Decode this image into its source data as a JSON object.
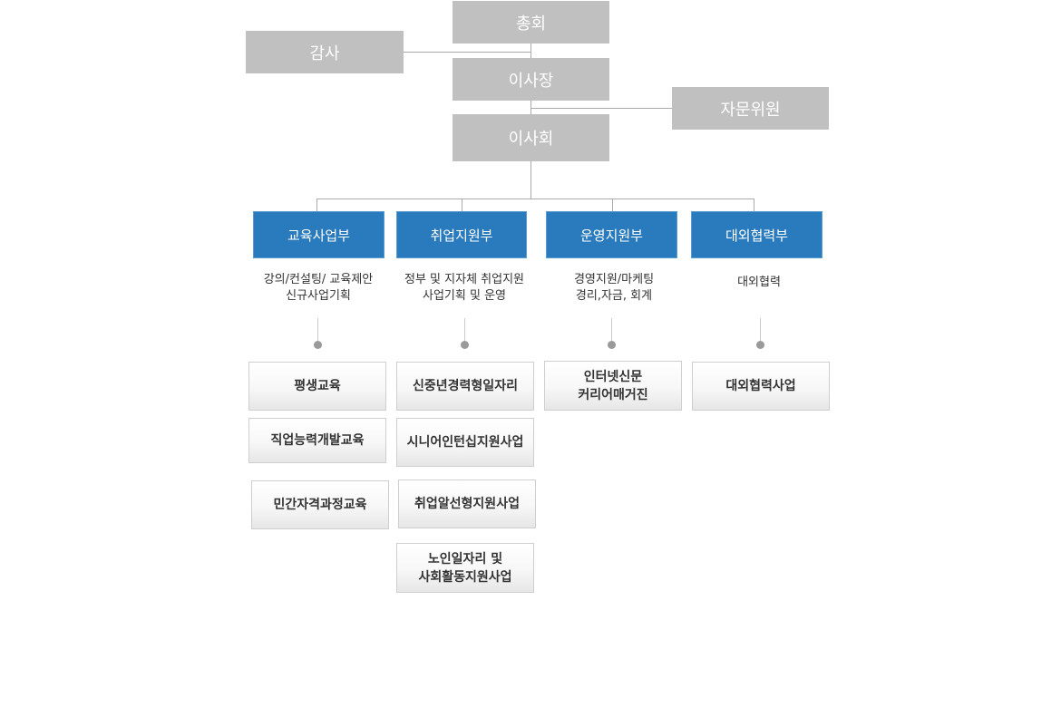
{
  "top": {
    "general_assembly": "총회",
    "auditor": "감사",
    "chairman": "이사장",
    "advisory": "자문위원",
    "board": "이사회"
  },
  "departments": [
    {
      "name": "교육사업부",
      "desc": [
        "강의/컨설팅/ 교육제안",
        "신규사업기획"
      ],
      "items": [
        [
          "평생교육"
        ],
        [
          "직업능력개발교육"
        ],
        [
          "민간자격과정교육"
        ]
      ]
    },
    {
      "name": "취업지원부",
      "desc": [
        "정부 및 지자체 취업지원",
        "사업기획 및 운영"
      ],
      "items": [
        [
          "신중년경력형일자리"
        ],
        [
          "시니어인턴십지원사업"
        ],
        [
          "취업알선형지원사업"
        ],
        [
          "노인일자리 및",
          "사회활동지원사업"
        ]
      ]
    },
    {
      "name": "운영지원부",
      "desc": [
        "경영지원/마케팅",
        "경리,자금, 회계"
      ],
      "items": [
        [
          "인터넷신문",
          "커리어매거진"
        ]
      ]
    },
    {
      "name": "대외협력부",
      "desc": [
        "대외협력"
      ],
      "items": [
        [
          "대외협력사업"
        ]
      ]
    }
  ],
  "colors": {
    "gray_box": "#c0c0c0",
    "department": "#2a7bbd",
    "connector": "#aaaaaa"
  }
}
